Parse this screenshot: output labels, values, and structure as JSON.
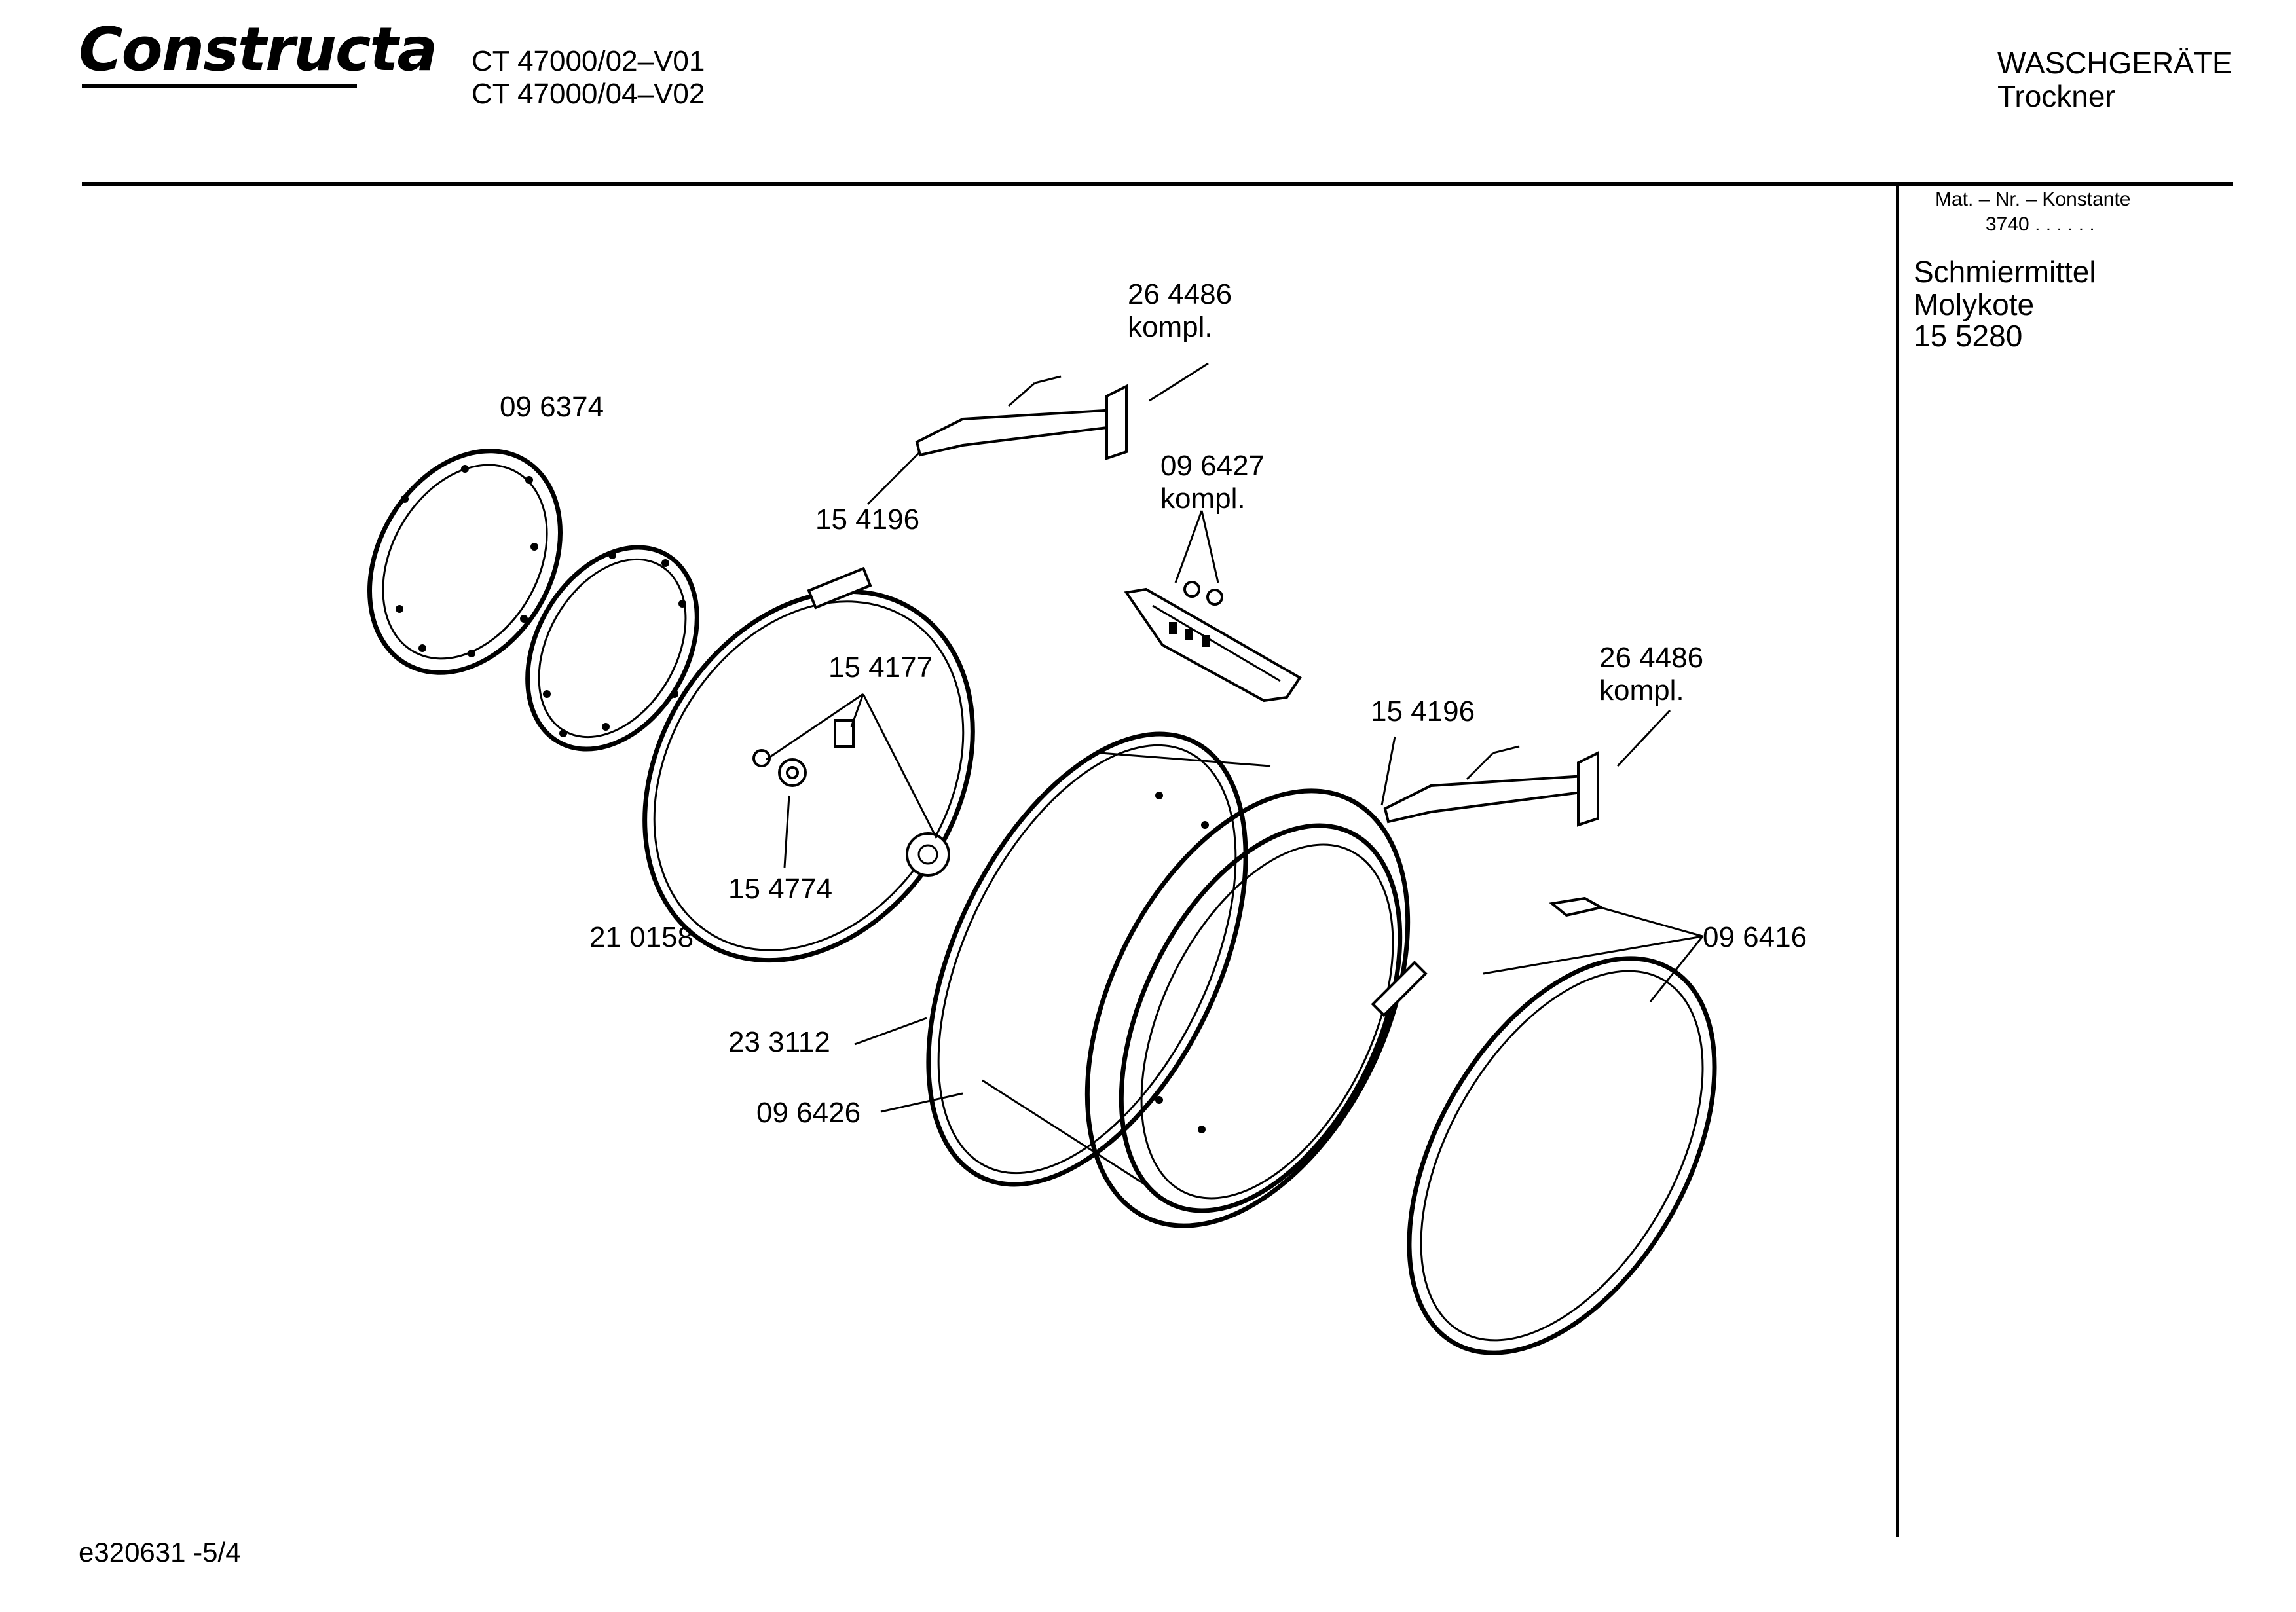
{
  "header": {
    "brand": "Constructa",
    "models": [
      "CT 47000/02–V01",
      "CT 47000/04–V02"
    ],
    "category": "WASCHGERÄTE",
    "subcategory": "Trockner"
  },
  "side_panel": {
    "material_heading": "Mat. – Nr. – Konstante",
    "material_value": "3740  .  .   .  .  .  .",
    "lubricant": [
      "Schmiermittel",
      "Molykote",
      "15 5280"
    ]
  },
  "parts": {
    "p264486_top": "26 4486",
    "kompl_1": "kompl.",
    "p096374": "09 6374",
    "p154196_top": "15 4196",
    "p096427": "09 6427",
    "kompl_2": "kompl.",
    "p154177": "15 4177",
    "p264486_right": "26 4486",
    "kompl_3": "kompl.",
    "p154196_right": "15 4196",
    "p154774": "15 4774",
    "p210158": "21 0158",
    "p096416": "09 6416",
    "p233112": "23 3112",
    "p096426": "09 6426"
  },
  "footer": {
    "doc_id": "e320631 -5/4"
  }
}
